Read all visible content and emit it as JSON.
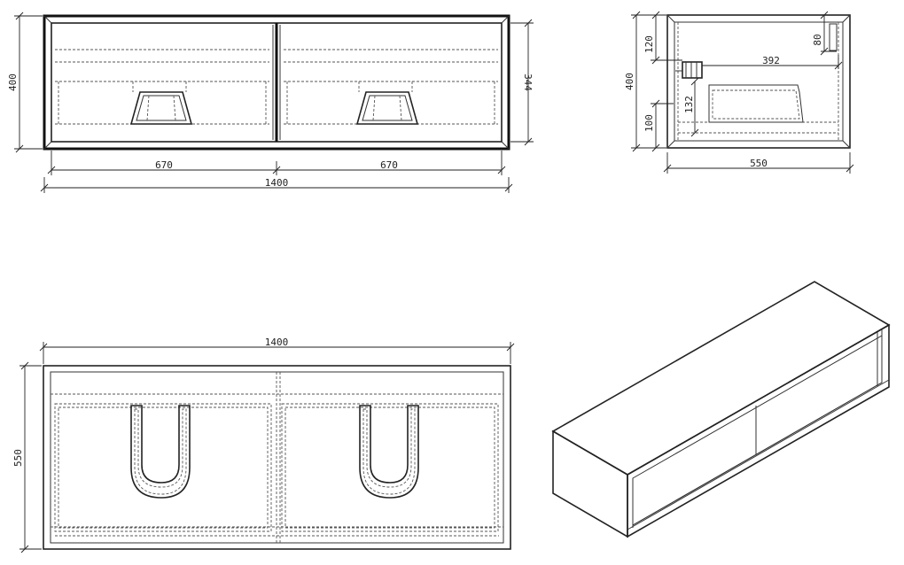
{
  "front_view": {
    "dims": {
      "total_width": "1400",
      "left_width": "670",
      "right_width": "670",
      "height": "400",
      "inner_height": "344"
    }
  },
  "side_view": {
    "dims": {
      "depth": "550",
      "height": "400",
      "top_offset": "120",
      "bottom_offset": "100",
      "drawer_height": "132",
      "pipe_depth": "392",
      "pipe_height": "80"
    }
  },
  "top_view": {
    "dims": {
      "width": "1400",
      "depth": "550"
    }
  }
}
